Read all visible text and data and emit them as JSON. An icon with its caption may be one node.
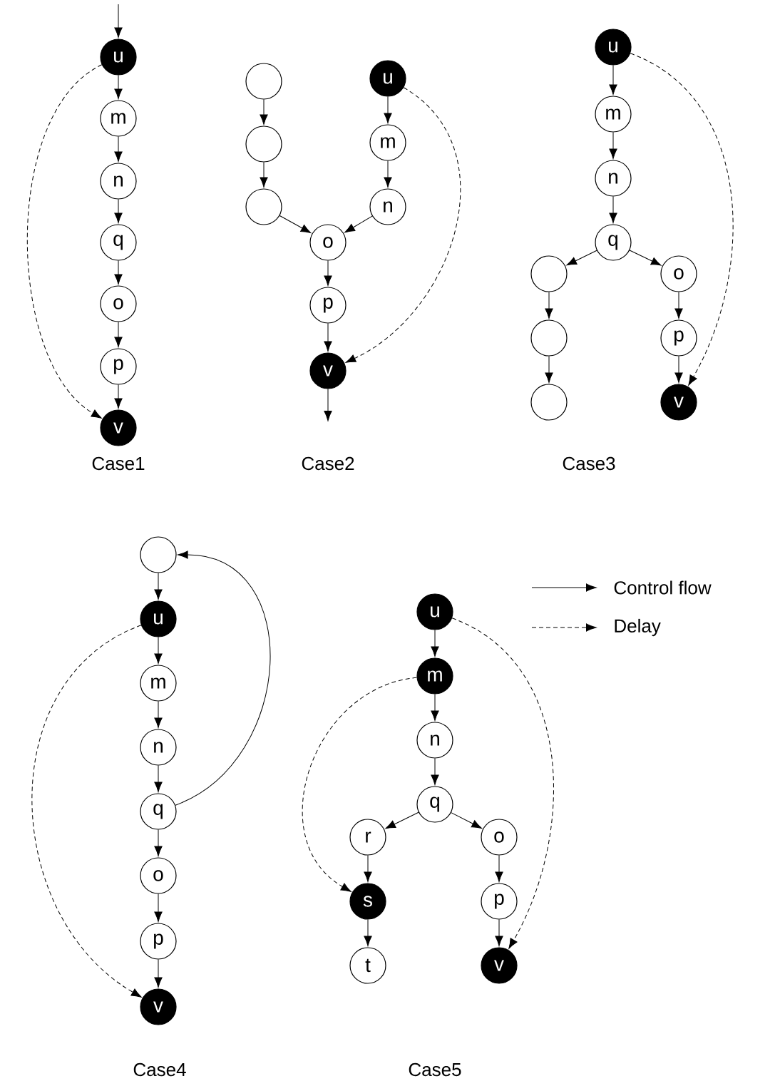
{
  "diagram": {
    "nodes": [
      {
        "text": [
          "u"
        ]
      },
      {
        "text": [
          "m"
        ]
      },
      {
        "text": [
          "n"
        ]
      },
      {
        "text": [
          "q"
        ]
      },
      {
        "text": [
          "o"
        ]
      },
      {
        "text": [
          "p"
        ]
      },
      {
        "text": [
          "v"
        ]
      },
      {
        "text": [],
        "shape": "circle"
      },
      {
        "text": [],
        "shape": "circle"
      },
      {
        "text": [],
        "shape": "circle"
      },
      {
        "text": [
          "u"
        ]
      },
      {
        "text": [
          "m"
        ]
      },
      {
        "text": [
          "n"
        ]
      },
      {
        "text": [
          "o"
        ]
      },
      {
        "text": [
          "p"
        ]
      },
      {
        "text": [
          "v"
        ]
      },
      {
        "text": [
          "u"
        ]
      },
      {
        "text": [
          "m"
        ]
      },
      {
        "text": [
          "n"
        ]
      },
      {
        "text": [
          "q"
        ]
      },
      {
        "text": [],
        "shape": "circle"
      },
      {
        "text": [],
        "shape": "circle"
      },
      {
        "text": [],
        "shape": "circle"
      },
      {
        "text": [
          "o"
        ]
      },
      {
        "text": [
          "p"
        ]
      },
      {
        "text": [
          "v"
        ]
      },
      {
        "text": [],
        "shape": "circle"
      },
      {
        "text": [
          "u"
        ]
      },
      {
        "text": [
          "m"
        ]
      },
      {
        "text": [
          "n"
        ]
      },
      {
        "text": [
          "q"
        ]
      },
      {
        "text": [
          "o"
        ]
      },
      {
        "text": [
          "p"
        ]
      },
      {
        "text": [
          "v"
        ]
      },
      {
        "text": [
          "u"
        ]
      },
      {
        "text": [
          "m"
        ]
      },
      {
        "text": [
          "n"
        ]
      },
      {
        "text": [
          "q"
        ]
      },
      {
        "text": [
          "r"
        ]
      },
      {
        "text": [
          "s"
        ]
      },
      {
        "text": [
          "t"
        ]
      },
      {
        "text": [
          "o"
        ]
      },
      {
        "text": [
          "p"
        ]
      },
      {
        "text": [
          "v"
        ]
      }
    ],
    "edges": [
      {
        "from": null,
        "to": 0,
        "arrow": "to"
      },
      {
        "from": 0,
        "to": 1,
        "arrow": "to"
      },
      {
        "from": 1,
        "to": 2,
        "arrow": "to"
      },
      {
        "from": 2,
        "to": 3,
        "arrow": "to"
      },
      {
        "from": 3,
        "to": 4,
        "arrow": "to"
      },
      {
        "from": 4,
        "to": 5,
        "arrow": "to"
      },
      {
        "from": 5,
        "to": 6,
        "arrow": "to"
      },
      {
        "from": 0,
        "to": 6,
        "arrow": "to",
        "style": "dashed"
      },
      {
        "from": 7,
        "to": 8,
        "arrow": "to"
      },
      {
        "from": 8,
        "to": 9,
        "arrow": "to"
      },
      {
        "from": 9,
        "to": 13,
        "arrow": "to"
      },
      {
        "from": 10,
        "to": 11,
        "arrow": "to"
      },
      {
        "from": 11,
        "to": 12,
        "arrow": "to"
      },
      {
        "from": 12,
        "to": 13,
        "arrow": "to"
      },
      {
        "from": 13,
        "to": 14,
        "arrow": "to"
      },
      {
        "from": 14,
        "to": 15,
        "arrow": "to"
      },
      {
        "from": 15,
        "to": null,
        "arrow": "to"
      },
      {
        "from": 10,
        "to": 15,
        "arrow": "to",
        "style": "dashed"
      },
      {
        "from": 16,
        "to": 17,
        "arrow": "to"
      },
      {
        "from": 17,
        "to": 18,
        "arrow": "to"
      },
      {
        "from": 18,
        "to": 19,
        "arrow": "to"
      },
      {
        "from": 19,
        "to": 20,
        "arrow": "to"
      },
      {
        "from": 20,
        "to": 21,
        "arrow": "to"
      },
      {
        "from": 21,
        "to": 22,
        "arrow": "to"
      },
      {
        "from": 19,
        "to": 23,
        "arrow": "to"
      },
      {
        "from": 23,
        "to": 24,
        "arrow": "to"
      },
      {
        "from": 24,
        "to": 25,
        "arrow": "to"
      },
      {
        "from": 16,
        "to": 25,
        "arrow": "to",
        "style": "dashed"
      },
      {
        "from": 26,
        "to": 27,
        "arrow": "to"
      },
      {
        "from": 27,
        "to": 28,
        "arrow": "to"
      },
      {
        "from": 28,
        "to": 29,
        "arrow": "to"
      },
      {
        "from": 29,
        "to": 30,
        "arrow": "to"
      },
      {
        "from": 30,
        "to": 31,
        "arrow": "to"
      },
      {
        "from": 31,
        "to": 32,
        "arrow": "to"
      },
      {
        "from": 32,
        "to": 33,
        "arrow": "to"
      },
      {
        "from": 30,
        "to": 26,
        "arrow": "to"
      },
      {
        "from": 27,
        "to": 33,
        "arrow": "to",
        "style": "dashed"
      },
      {
        "from": 34,
        "to": 35,
        "arrow": "to"
      },
      {
        "from": 35,
        "to": 36,
        "arrow": "to"
      },
      {
        "from": 36,
        "to": 37,
        "arrow": "to"
      },
      {
        "from": 37,
        "to": 38,
        "arrow": "to"
      },
      {
        "from": 38,
        "to": 39,
        "arrow": "to"
      },
      {
        "from": 39,
        "to": 40,
        "arrow": "to"
      },
      {
        "from": 37,
        "to": 41,
        "arrow": "to"
      },
      {
        "from": 41,
        "to": 42,
        "arrow": "to"
      },
      {
        "from": 42,
        "to": 43,
        "arrow": "to"
      },
      {
        "from": 34,
        "to": 43,
        "arrow": "to",
        "style": "dashed"
      },
      {
        "from": 35,
        "to": 39,
        "arrow": "to",
        "style": "dashed"
      }
    ],
    "labels": [
      "Case1",
      "Case2",
      "Case3",
      "Case4",
      "Case5"
    ],
    "legend": [
      {
        "text": "Control flow"
      },
      {
        "text": "Delay"
      }
    ]
  }
}
